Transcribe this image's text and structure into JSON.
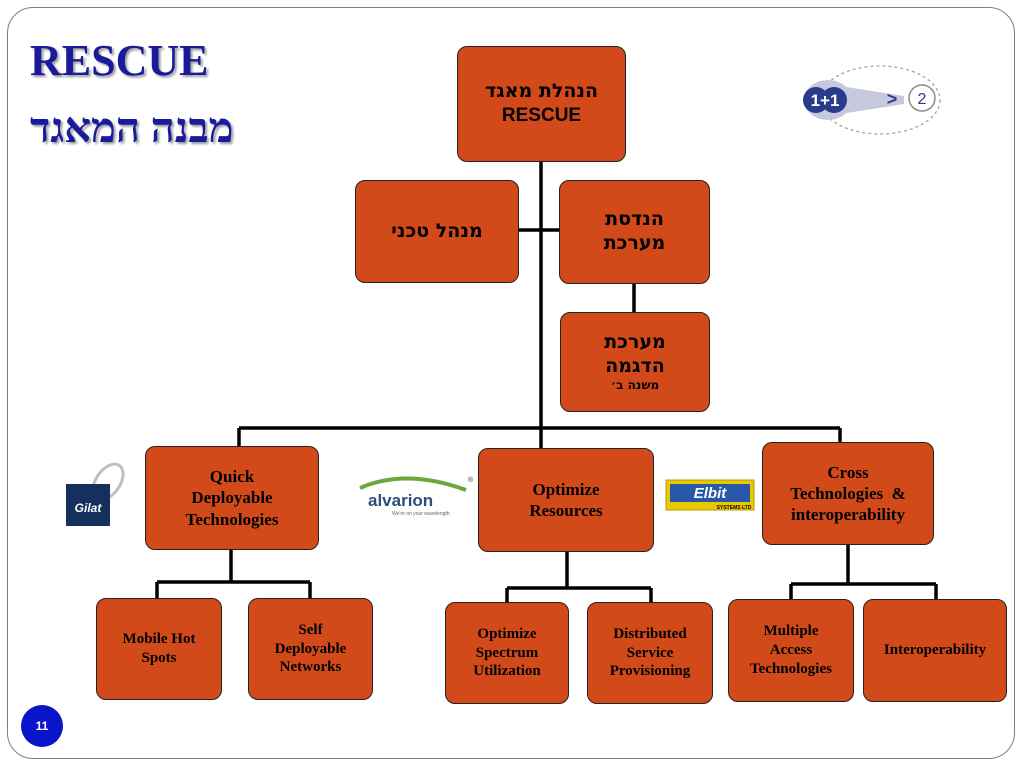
{
  "slide": {
    "title_en": "RESCUE",
    "title_he": "מבנה המאגד",
    "page_number": "11"
  },
  "top": {
    "line1": "הנהלת מאגד",
    "line2": "RESCUE"
  },
  "tech_manager": {
    "label": "מנהל טכני"
  },
  "system_engineering": {
    "line1": "הנדסת",
    "line2": "מערכת"
  },
  "demo_system": {
    "line1": "מערכת",
    "line2": "הדגמה",
    "sub": "משנה ב׳"
  },
  "branches": [
    {
      "label": [
        "Quick",
        "Deployable",
        "Technologies"
      ],
      "children": [
        {
          "label": [
            "Mobile Hot",
            "Spots"
          ]
        },
        {
          "label": [
            "Self",
            "Deployable",
            "Networks"
          ]
        }
      ]
    },
    {
      "label": [
        "Optimize",
        "Resources"
      ],
      "children": [
        {
          "label": [
            "Optimize",
            "Spectrum",
            "Utilization"
          ]
        },
        {
          "label": [
            "Distributed",
            "Service",
            "Provisioning"
          ]
        }
      ]
    },
    {
      "label": [
        "Cross",
        "Technologies  &",
        "interoperability"
      ],
      "children": [
        {
          "label": [
            "Multiple",
            "Access",
            "Technologies"
          ]
        },
        {
          "label": [
            "Interoperability"
          ]
        }
      ]
    }
  ],
  "logos": {
    "gilat": {
      "text": "Gilat"
    },
    "alvarion": {
      "text": "alvarion",
      "tagline": "We're on your wavelength.",
      "mark": "®"
    },
    "elbit": {
      "text": "Elbit",
      "sub": "SYSTEMS LTD"
    },
    "synergy": {
      "left": "1+1",
      "gt": ">",
      "right": "2"
    }
  },
  "colors": {
    "box_fill": "#d24a1a",
    "title_blue": "#1a1a9c",
    "page_badge": "#0a14c8"
  }
}
